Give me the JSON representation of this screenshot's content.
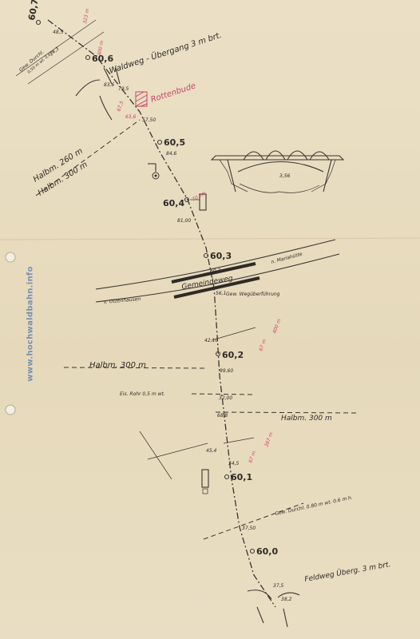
{
  "watermark": "www.hochwaldbahn.info",
  "km_markers": {
    "m607": "60,7",
    "m606": "60,6",
    "m605": "60,5",
    "m604": "60,4",
    "m603": "60,3",
    "m602": "60,2",
    "m601": "60,1",
    "m600": "60,0"
  },
  "labels": {
    "waldweg": "Waldweg - Übergang 3 m brt.",
    "rottenbude": "Rottenbude",
    "halbm_260": "Halbm. 260 m",
    "halbm_300_a": "Halbm. 300 m",
    "gemeindeweg": "Gemeindeweg",
    "otzenhausen": "v. Otzenhausen",
    "mariahuette": "n. Mariahütte",
    "wegueberfuehrung": "Gew. Wegüberführung",
    "halbm_300_b": "Halbm. 300 m",
    "eis_rohr": "Eis. Rohr 0,5 m wt.",
    "halbm_300_c": "Halbm. 300 m",
    "gew_durchl_lower": "Gew. Durchl. 0.80 m wt. 0.6 m h.",
    "feldweg": "Feldweg Überg. 3 m brt.",
    "gew_durchl_upper": "Gew. Durchl.",
    "gew_durchl_upper_dims": "0,50 m wt. 0,6 h.",
    "bridge_dim": "3,56"
  },
  "chainage": {
    "c_48_5": "48,5",
    "c_83_6": "83,6",
    "c_79_5": "79,5",
    "c_57_5": "57,50",
    "c_84_6": "84,6",
    "c_81_00": "81,00",
    "c_60_7": "60,7",
    "c_56_1": "56,1",
    "c_42_10": "42,10",
    "c_99_60": "99,60",
    "c_32_00": "32,00",
    "c_68_8": "68,8",
    "c_45_4": "45,4",
    "c_34_5": "34,5",
    "c_37_50": "37,50",
    "c_37_5": "37,5",
    "c_38_2": "38,2",
    "c_14_3": "14,3"
  },
  "red_notes": {
    "r_top": "323 m",
    "r_top2": "400 m",
    "r_675": "67,5",
    "r_636": "63,6",
    "r_70": "70 km",
    "r_400m": "400 m",
    "r_67m": "67 m",
    "r_lower1": "67 m",
    "r_lower2": "367 m"
  }
}
